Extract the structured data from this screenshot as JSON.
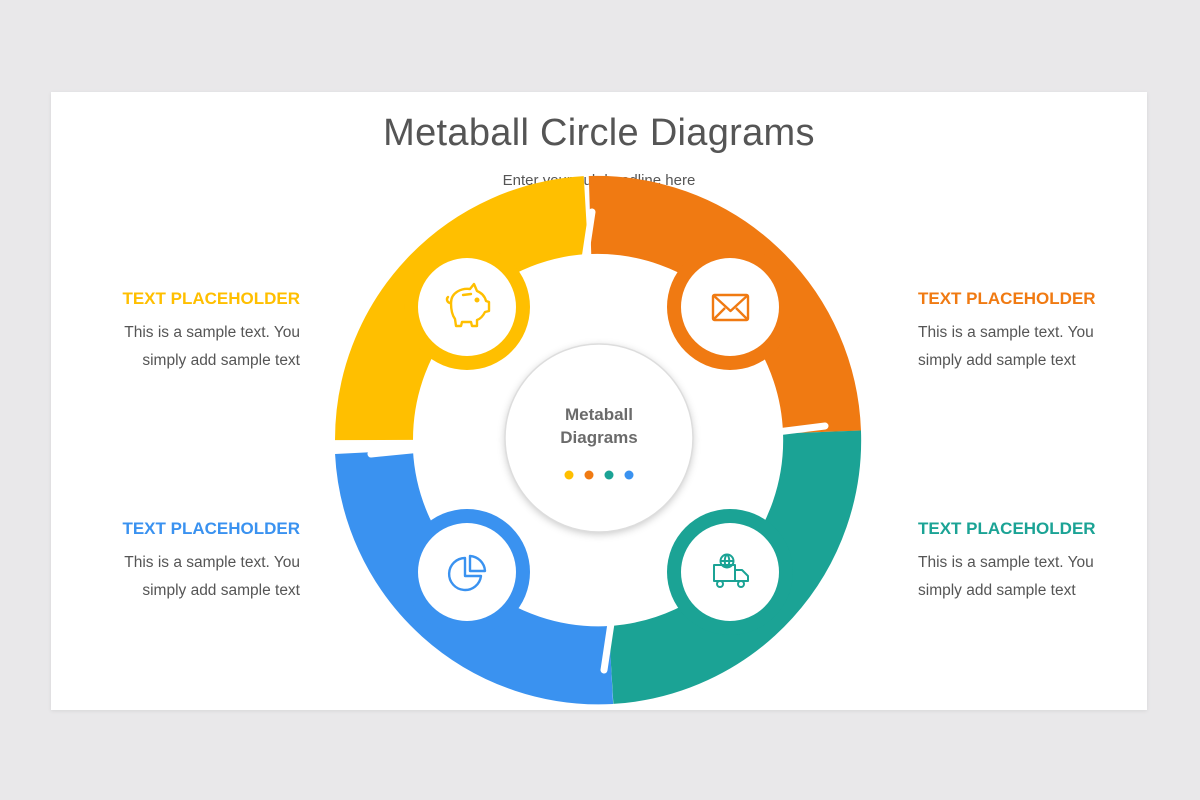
{
  "slide": {
    "title": "Metaball Circle Diagrams",
    "subtitle": "Enter your sub headline here"
  },
  "center": {
    "line1": "Metaball",
    "line2": "Diagrams",
    "dot_colors": [
      "#FFBF00",
      "#F07A12",
      "#1BA395",
      "#3A92F0"
    ]
  },
  "segments": [
    {
      "color": "#FFBF00",
      "icon": "piggy-bank-icon"
    },
    {
      "color": "#F07A12",
      "icon": "envelope-icon"
    },
    {
      "color": "#1BA395",
      "icon": "delivery-truck-icon"
    },
    {
      "color": "#3A92F0",
      "icon": "pie-chart-icon"
    }
  ],
  "blocks": {
    "top_left": {
      "heading": "TEXT PLACEHOLDER",
      "line1": "This is a sample text. You",
      "line2": "simply add sample text",
      "color": "#FFBF00"
    },
    "top_right": {
      "heading": "TEXT PLACEHOLDER",
      "line1": "This is a sample text. You",
      "line2": "simply add sample text",
      "color": "#F07A12"
    },
    "bottom_left": {
      "heading": "TEXT PLACEHOLDER",
      "line1": "This is a sample text. You",
      "line2": "simply add sample text",
      "color": "#3A92F0"
    },
    "bottom_right": {
      "heading": "TEXT PLACEHOLDER",
      "line1": "This is a sample text. You",
      "line2": "simply add sample text",
      "color": "#1BA395"
    }
  }
}
